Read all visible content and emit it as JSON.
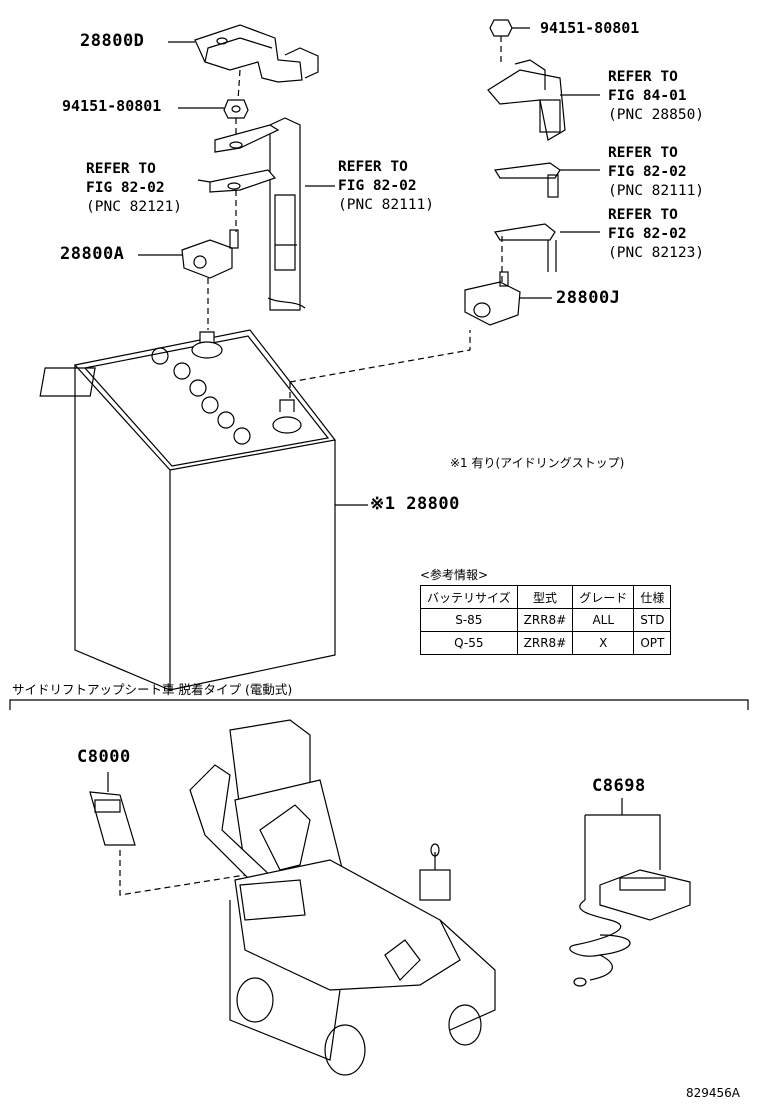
{
  "labels": {
    "p28800D": "28800D",
    "p94151_left": "94151-80801",
    "p94151_right": "94151-80801",
    "p28800A": "28800A",
    "p28800J": "28800J",
    "p28800": "※1 28800",
    "pC8000": "C8000",
    "pC8698": "C8698"
  },
  "refs": {
    "left_82121": {
      "line1": "REFER TO",
      "line2": "FIG 82-02",
      "line3": "(PNC 82121)"
    },
    "mid_82111": {
      "line1": "REFER TO",
      "line2": "FIG 82-02",
      "line3": "(PNC 82111)"
    },
    "right_28850": {
      "line1": "REFER TO",
      "line2": "FIG 84-01",
      "line3": "(PNC 28850)"
    },
    "right_82111": {
      "line1": "REFER TO",
      "line2": "FIG 82-02",
      "line3": "(PNC 82111)"
    },
    "right_82123": {
      "line1": "REFER TO",
      "line2": "FIG 82-02",
      "line3": "(PNC 82123)"
    }
  },
  "note": "※1 有り(アイドリングストップ)",
  "reference_table": {
    "title": "<参考情報>",
    "headers": [
      "バッテリサイズ",
      "型式",
      "グレード",
      "仕様"
    ],
    "rows": [
      [
        "S-85",
        "ZRR8#",
        "ALL",
        "STD"
      ],
      [
        "Q-55",
        "ZRR8#",
        "X",
        "OPT"
      ]
    ]
  },
  "section_title": "サイドリフトアップシート車 脱着タイプ (電動式)",
  "figure_code": "829456A"
}
